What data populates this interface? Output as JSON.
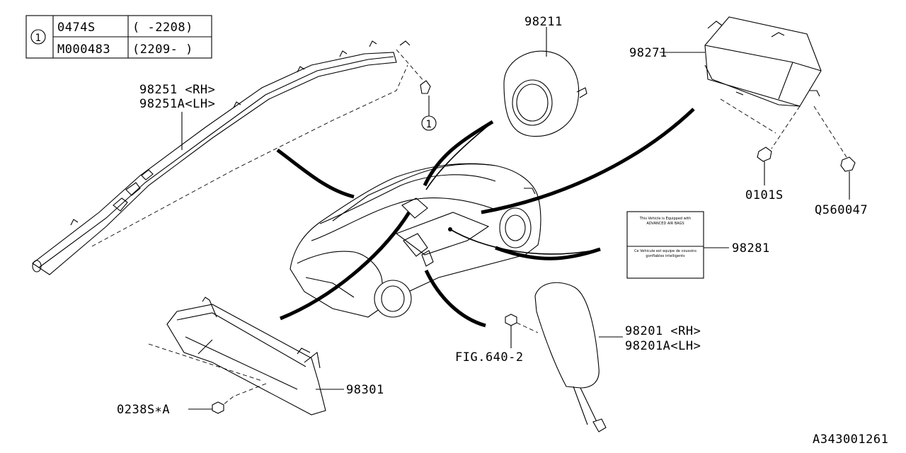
{
  "legend": {
    "marker": "1",
    "rows": [
      {
        "part": "0474S",
        "range": "( -2208)"
      },
      {
        "part": "M000483",
        "range": "(2209- )"
      }
    ]
  },
  "callouts": {
    "curtain_airbag": [
      "98251 <RH>",
      "98251A<LH>"
    ],
    "curtain_marker": "1",
    "steering_airbag": "98211",
    "airbag_module": "98271",
    "bolt_1": "0101S",
    "bolt_2": "Q560047",
    "warning_label": "98281",
    "side_airbag": [
      "98201 <RH>",
      "98201A<LH>"
    ],
    "fig_ref": "FIG.640-2",
    "knee_airbag": "98301",
    "nut": "0238S∗A"
  },
  "label_text": {
    "line1": "This Vehicle is Equipped with",
    "line2": "ADVANCED AIR BAGS",
    "line3": "Ce Vehicule est equipe de coussins",
    "line4": "gonflables intelligents"
  },
  "diagram_id": "A343001261"
}
